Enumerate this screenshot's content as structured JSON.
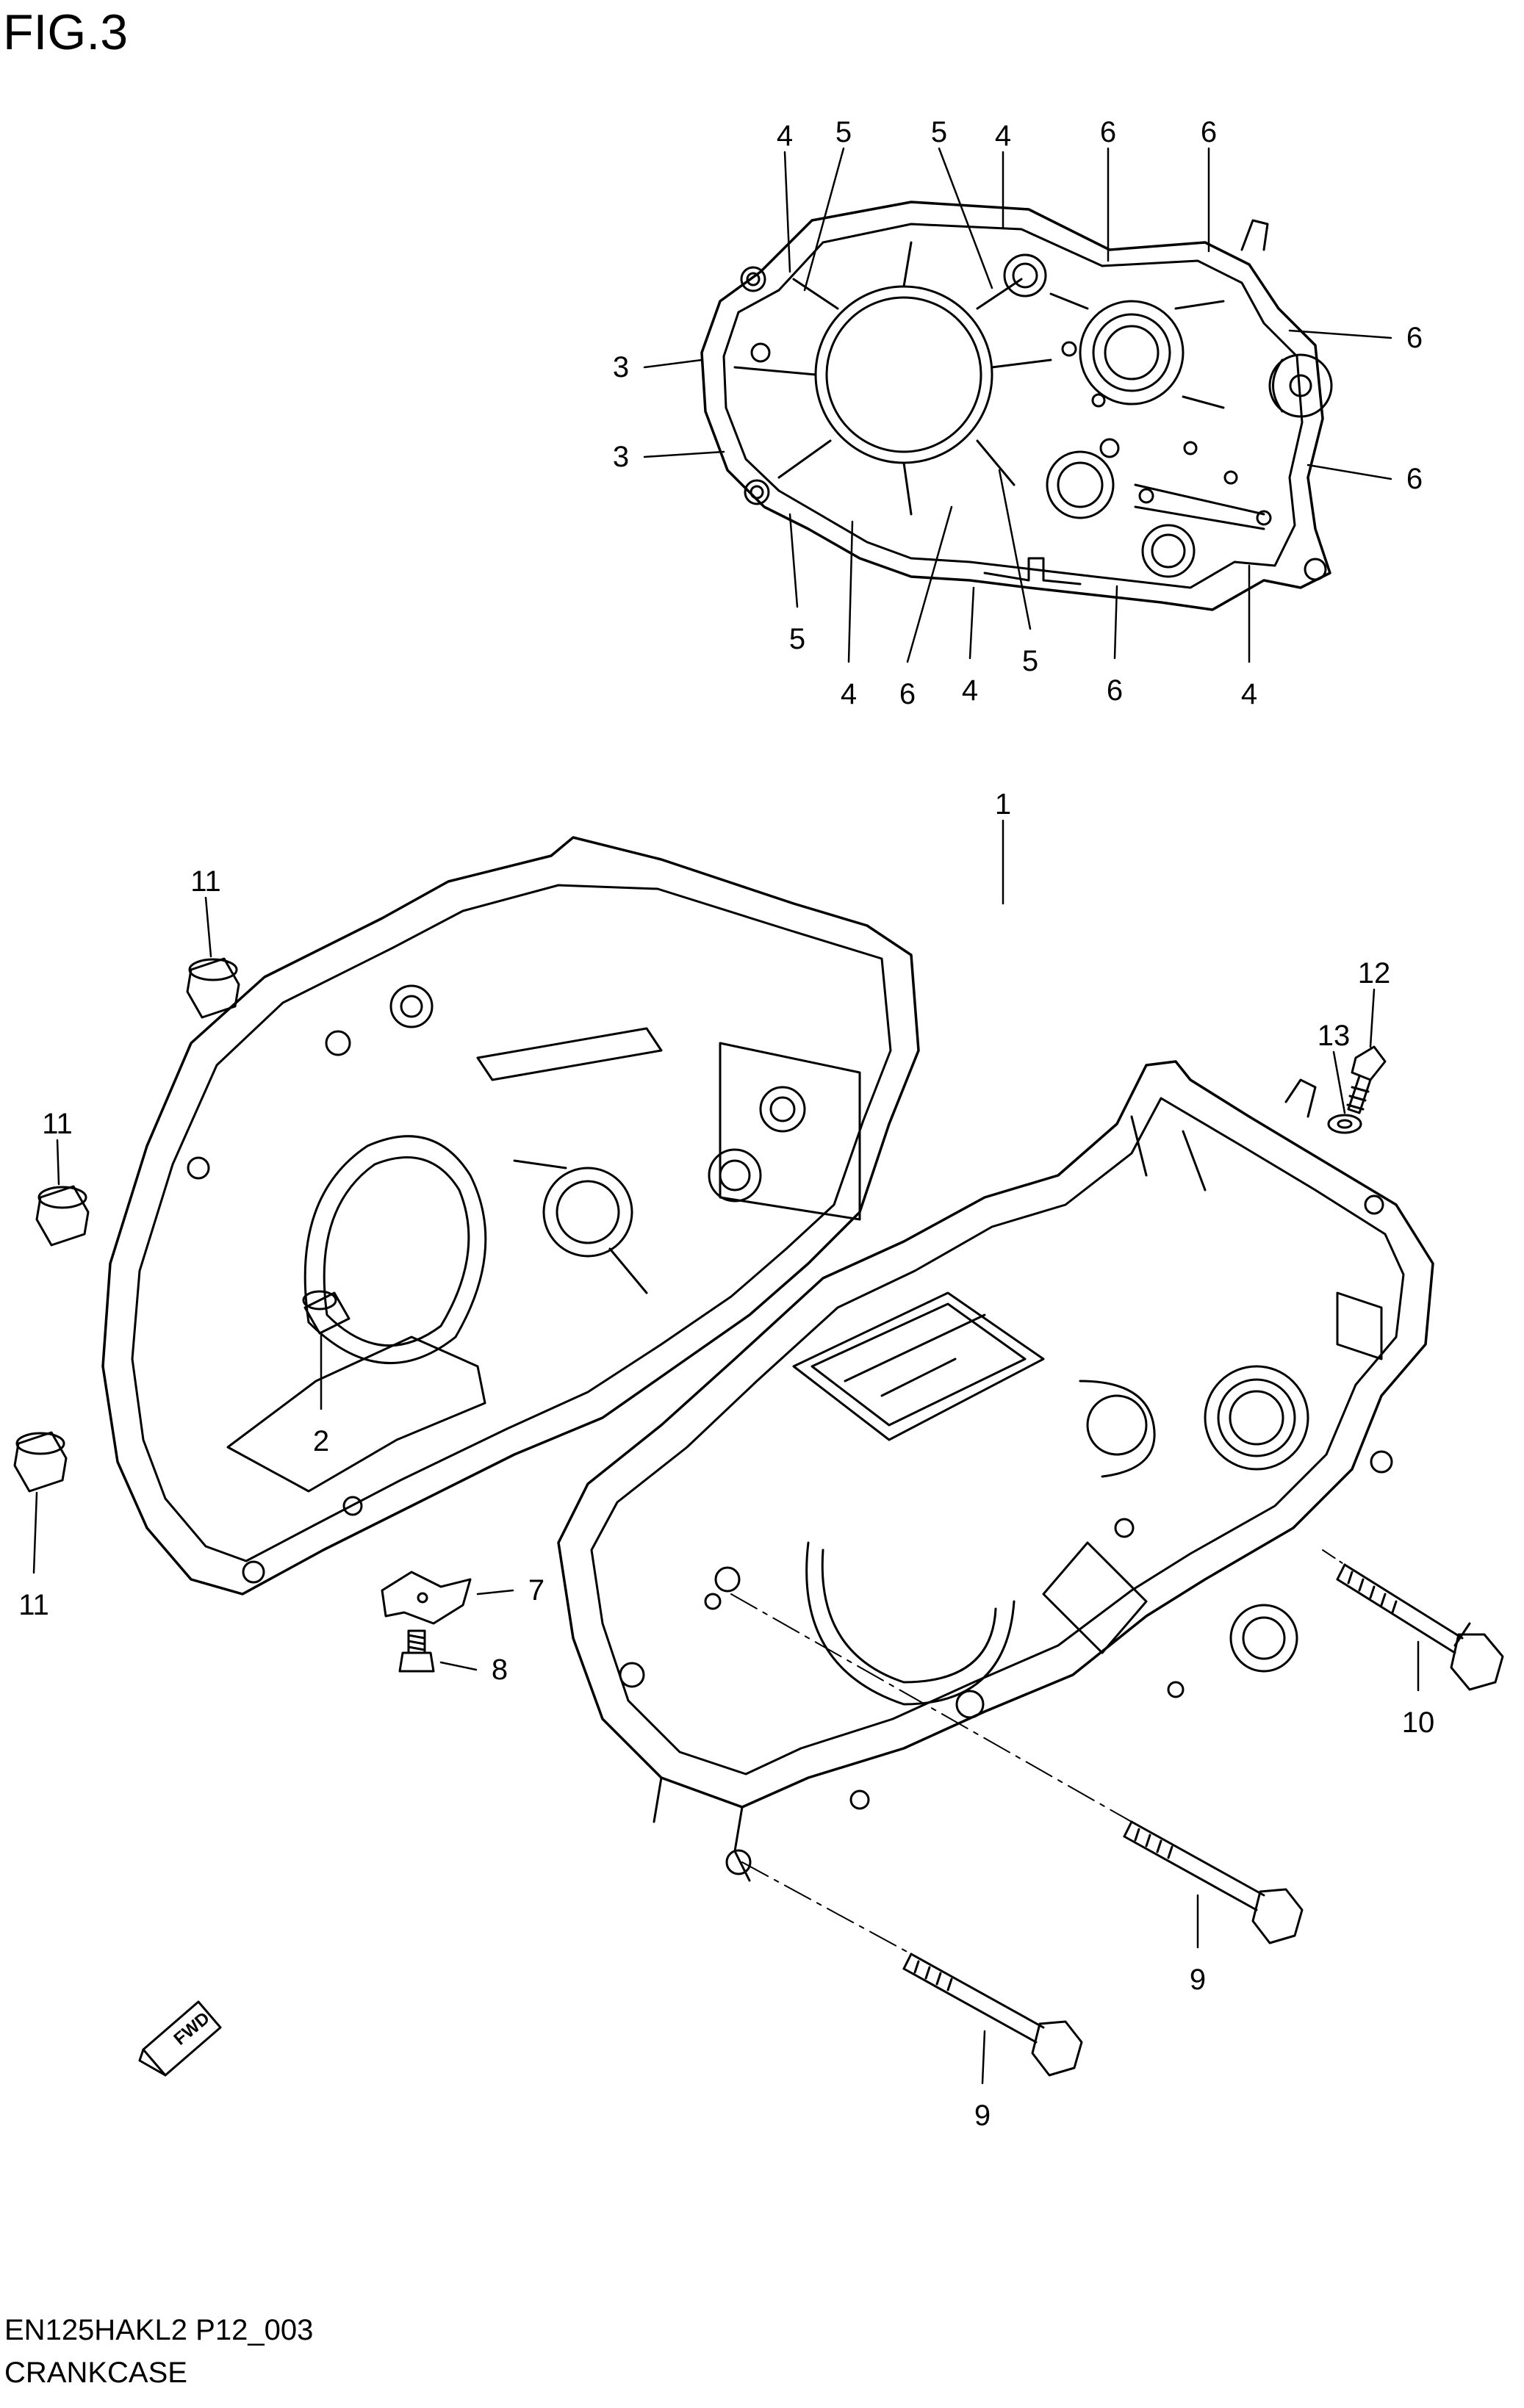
{
  "figure": {
    "title": "FIG.3"
  },
  "footer": {
    "code": "EN125HAKL2 P12_003",
    "name": "CRANKCASE"
  },
  "fwd_label": "FWD",
  "callouts": {
    "top": [
      {
        "label": "4"
      },
      {
        "label": "5"
      },
      {
        "label": "5"
      },
      {
        "label": "4"
      },
      {
        "label": "6"
      },
      {
        "label": "6"
      },
      {
        "label": "3"
      },
      {
        "label": "3"
      },
      {
        "label": "6"
      },
      {
        "label": "6"
      },
      {
        "label": "5"
      },
      {
        "label": "4"
      },
      {
        "label": "6"
      },
      {
        "label": "4"
      },
      {
        "label": "5"
      },
      {
        "label": "6"
      },
      {
        "label": "4"
      }
    ],
    "main": [
      {
        "label": "1"
      },
      {
        "label": "11"
      },
      {
        "label": "11"
      },
      {
        "label": "11"
      },
      {
        "label": "2"
      },
      {
        "label": "12"
      },
      {
        "label": "13"
      },
      {
        "label": "7"
      },
      {
        "label": "8"
      },
      {
        "label": "10"
      },
      {
        "label": "9"
      },
      {
        "label": "9"
      }
    ]
  }
}
